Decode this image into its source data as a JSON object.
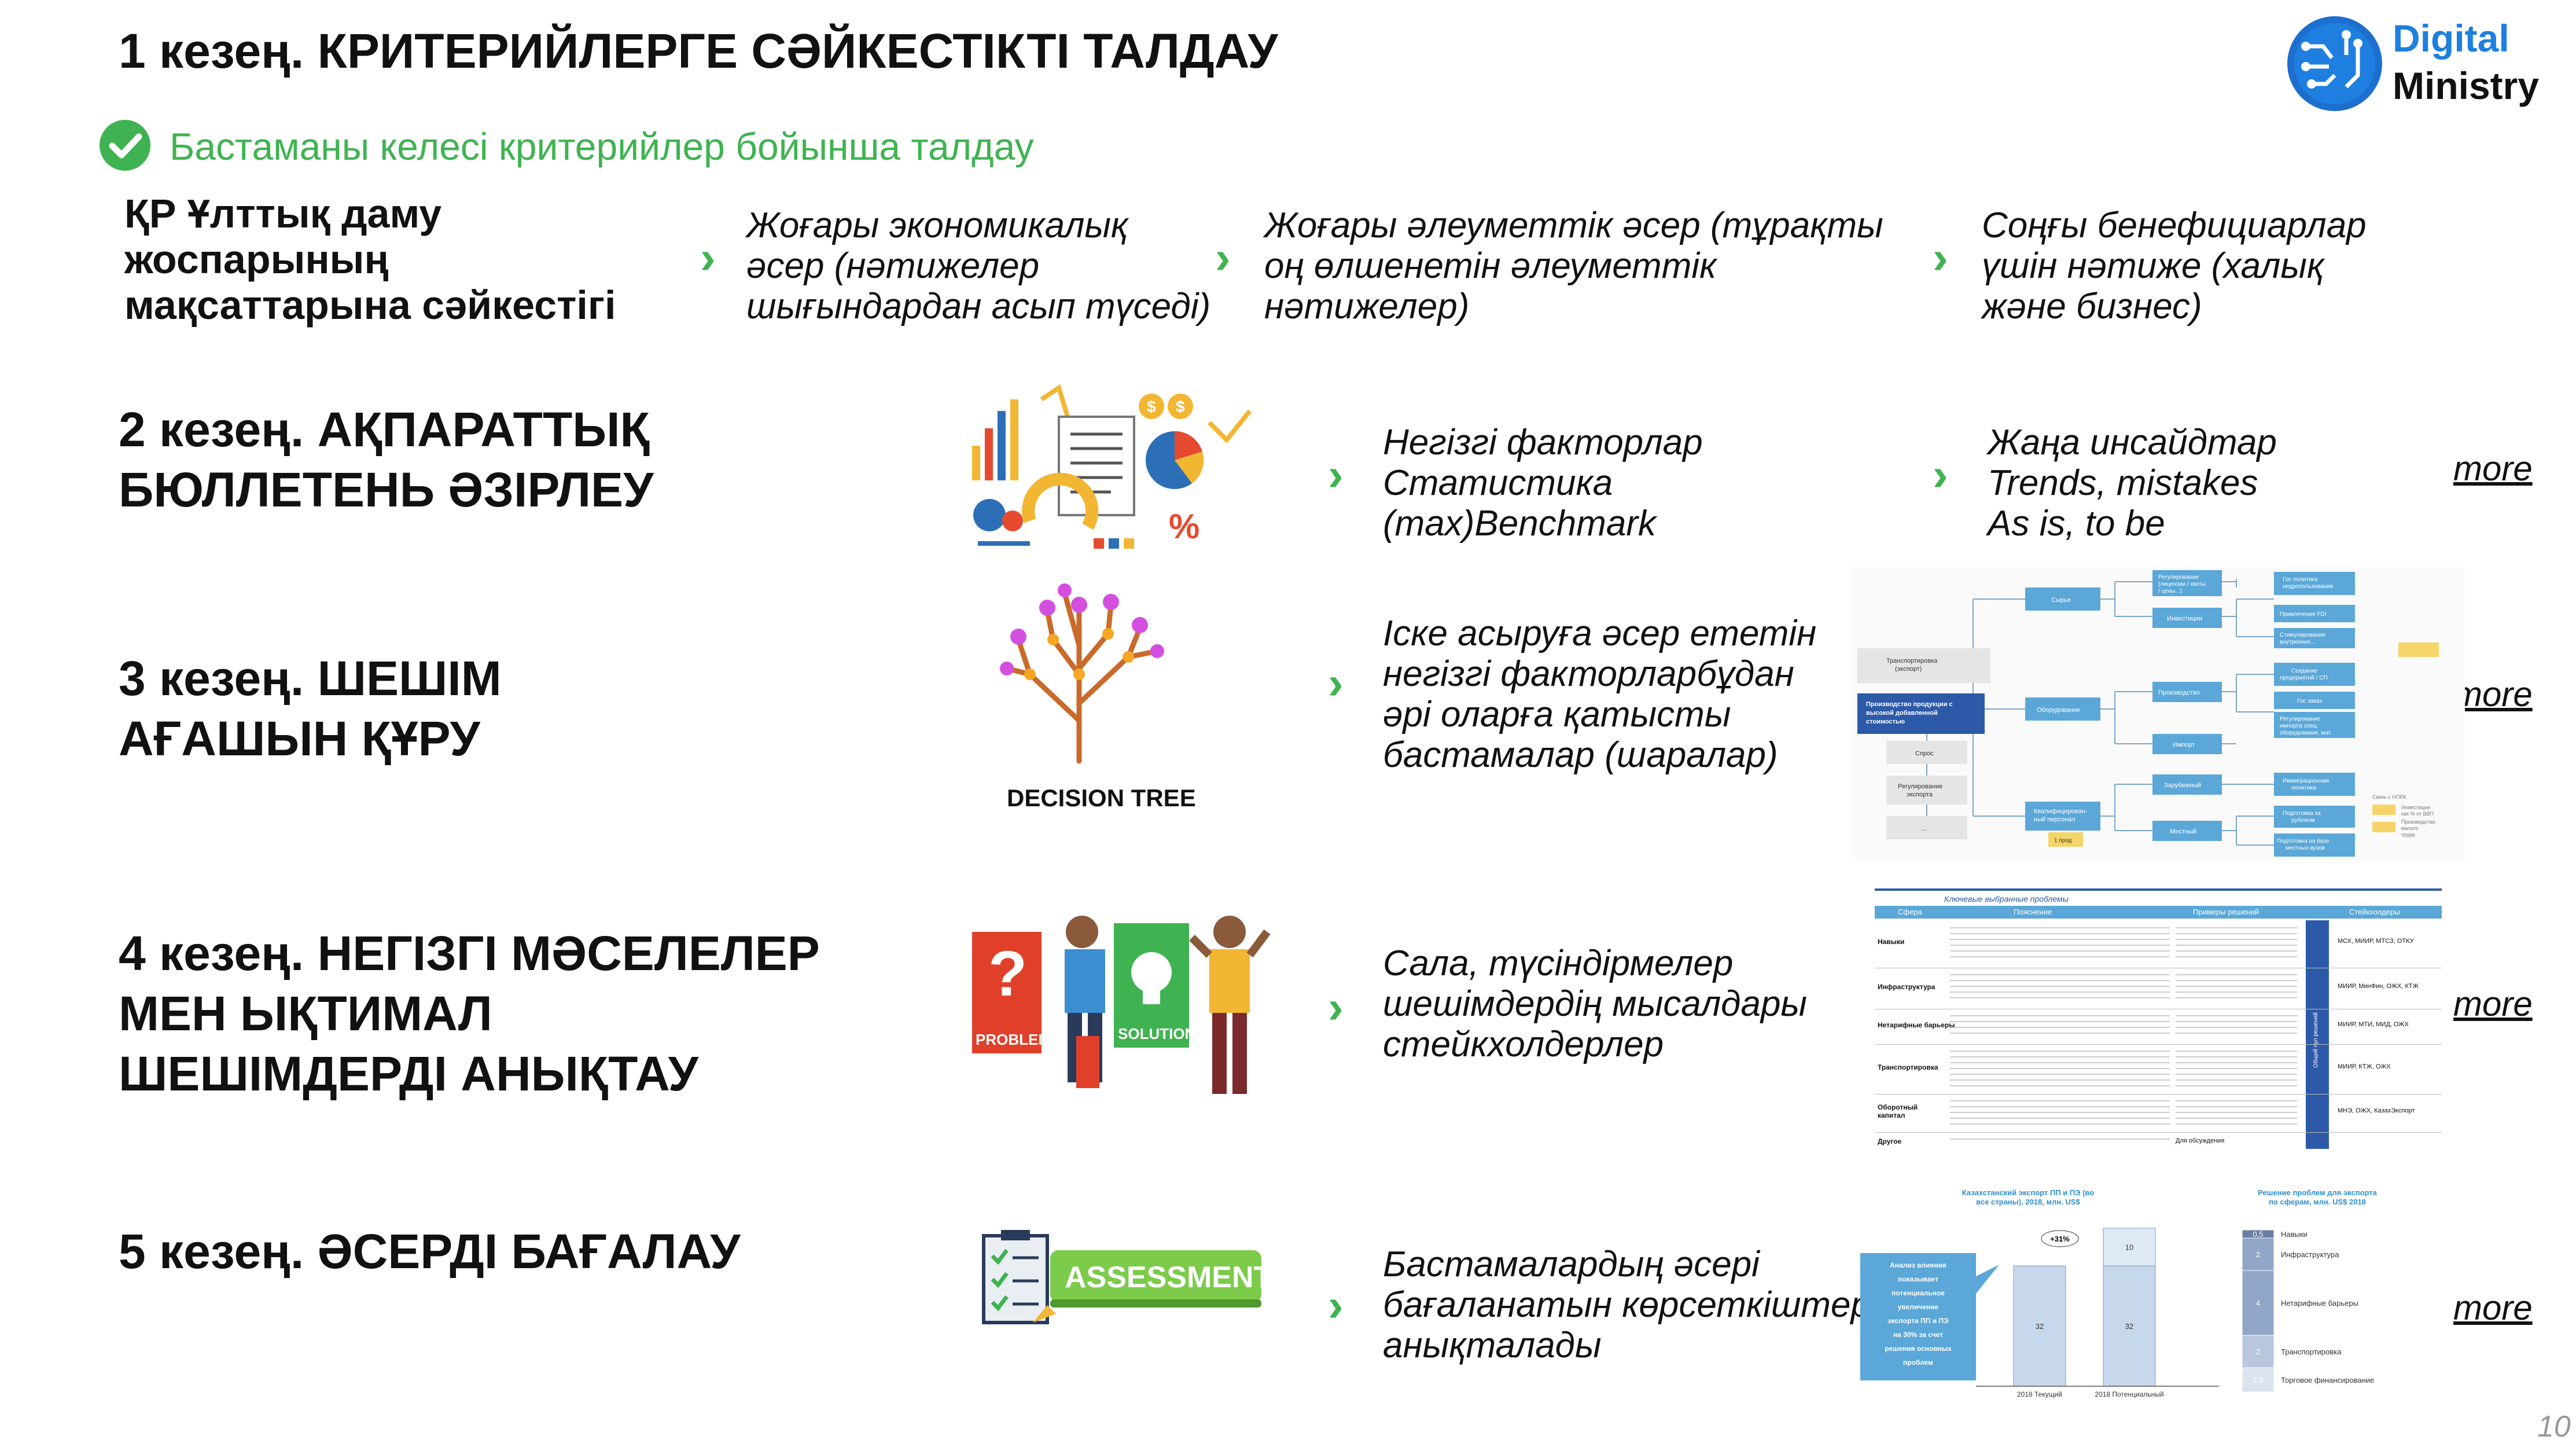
{
  "header": {
    "title": "1 кезең. КРИТЕРИЙЛЕРГЕ СӘЙКЕСТІКТІ ТАЛДАУ",
    "subtitle": "Бастаманы келесі критерийлер бойынша талдау",
    "logo_line1": "Digital",
    "logo_line2": "Ministry"
  },
  "stage1": {
    "lines": [
      "ҚР Ұлттық даму",
      "жоспарының",
      "мақсаттарына сәйкестігі"
    ],
    "c1": [
      "Жоғары экономикалық",
      "әсер (нәтижелер",
      "шығындардан асып түседі)"
    ],
    "c2": [
      "Жоғары әлеуметтік әсер (тұрақты",
      "оң өлшенетін әлеуметтік",
      "нәтижелер)"
    ],
    "c3": [
      "Соңғы бенефициарлар",
      "үшін нәтиже (халық",
      "және бизнес)"
    ]
  },
  "stage2": {
    "lines": [
      "2 кезең. АҚПАРАТТЫҚ",
      "БЮЛЛЕТЕНЬ ӘЗІРЛЕУ"
    ],
    "c1": [
      "Негізгі факторлар",
      "Статистика",
      "(max)Benchmark"
    ],
    "c2": [
      "Жаңа инсайдтар",
      "Trends, mistakes",
      "As is, to be"
    ],
    "more": "more"
  },
  "stage3": {
    "lines": [
      "3 кезең. ШЕШІМ",
      "АҒАШЫН ҚҰРУ"
    ],
    "img_label": "DECISION TREE",
    "c1": [
      "Іске асыруға әсер ететін",
      "негізгі факторларбұдан",
      "әрі оларға қатысты",
      "бастамалар (шаралар)"
    ],
    "more": "more",
    "tree": {
      "root": [
        "Производство продукции с",
        "высокой добавленной",
        "стоимостью"
      ],
      "left": [
        [
          "Транспортировка",
          "(экспорт)"
        ],
        [
          "Спрос"
        ],
        [
          "Регулирование",
          "экспорта"
        ],
        [
          "..."
        ]
      ],
      "mid": [
        "Сырье",
        "Оборудование",
        [
          "Квалифицирован-",
          "ный персонал"
        ]
      ],
      "sub": [
        [
          "Регулирование",
          "(лицензии / квоты",
          "/ цены...)"
        ],
        [
          "Инвестиции"
        ],
        [
          "Производство"
        ],
        [
          "Импорт"
        ],
        [
          "Зарубежный"
        ],
        [
          "Местный"
        ]
      ],
      "right": [
        [
          "Гос политика",
          "недропользования"
        ],
        [
          "Привлечение FDI"
        ],
        [
          "Стимулирование",
          "внутренних..."
        ],
        [
          "Создание",
          "предприятий / СП"
        ],
        [
          "Гос заказ"
        ],
        [
          "Регулирование",
          "импорта спец.",
          "оборудования, мат."
        ],
        [
          "Иммиграционная",
          "политика"
        ],
        [
          "Подготовка за",
          "рубежом"
        ],
        [
          "Подготовка на базе",
          "местных вузов"
        ]
      ],
      "note_left": "1 прод",
      "note_right": [
        "Связь с НПРК",
        "Инвестиции",
        "как % от ВВП",
        "Производство",
        "малого",
        "труда"
      ]
    }
  },
  "stage4": {
    "lines": [
      "4 кезең. НЕГІЗГІ МӘСЕЛЕЛЕР",
      "МЕН ЫҚТИМАЛ",
      "ШЕШІМДЕРДІ АНЫҚТАУ"
    ],
    "left_sign": "PROBLEM",
    "right_sign": "SOLUTION",
    "c1": [
      "Сала, түсіндірмелер",
      "шешімдердің мысалдары",
      "стейкхолдерлер"
    ],
    "more": "more",
    "table": {
      "caption": "Ключевые выбранные проблемы",
      "headers": [
        "Сфера",
        "Пояснение",
        "Примеры решений",
        "Стейкхолдеры"
      ],
      "side_label": "Общий пул решений",
      "rows": [
        {
          "sphere": "Навыки",
          "stake": "МСХ, МИИР, МТСЗ, ОТКУ"
        },
        {
          "sphere": "Инфраструктура",
          "stake": "МИИР, МинФин, ОЖХ, КТЖ"
        },
        {
          "sphere": "Нетарифные барьеры",
          "stake": "МИИР, МТИ, МИД, ОЖХ"
        },
        {
          "sphere": "Транспортировка",
          "stake": "МИИР, КТЖ, ОЖХ"
        },
        {
          "sphere": "Оборотный капитал",
          "stake": "МНЭ, ОЖХ, КазахЭкспорт"
        },
        {
          "sphere": "Другое",
          "stake": "Для обсуждения"
        }
      ]
    }
  },
  "stage5": {
    "lines": [
      "5 кезең. ӘСЕРДІ БАҒАЛАУ"
    ],
    "img_label": "ASSESSMENT",
    "c1": [
      "Бастамалардың әсері",
      "бағаланатын көрсеткіштер",
      "анықталады"
    ],
    "more": "more",
    "note_box": [
      "Анализ влияния",
      "показывает",
      "потенциальное",
      "увеличение",
      "экспорта ПП и ПЭ",
      "на 30% за счет",
      "решения основных",
      "проблем"
    ]
  },
  "page_number": "10",
  "chart_data": {
    "type": "bar",
    "title": "Казахстанский экспорт ПП и ПЭ (во все страны), 2018, млн. US$",
    "categories": [
      "2018 Текущий",
      "2018 Потенциальный"
    ],
    "series": [
      {
        "values": [
          32,
          32
        ]
      },
      {
        "values": [
          0,
          10
        ]
      }
    ],
    "annotation": "+31%",
    "breakdown_title": "Решение проблем для экспорта по сферам, млн. US$ 2018",
    "breakdown": [
      {
        "label": "Навыки",
        "value": 0.5
      },
      {
        "label": "Инфраструктура",
        "value": 2.0
      },
      {
        "label": "Нетарифные барьеры",
        "value": 4.0
      },
      {
        "label": "Транспортировка",
        "value": 2.0
      },
      {
        "label": "Торговое финансирование",
        "value": 1.5
      }
    ]
  }
}
